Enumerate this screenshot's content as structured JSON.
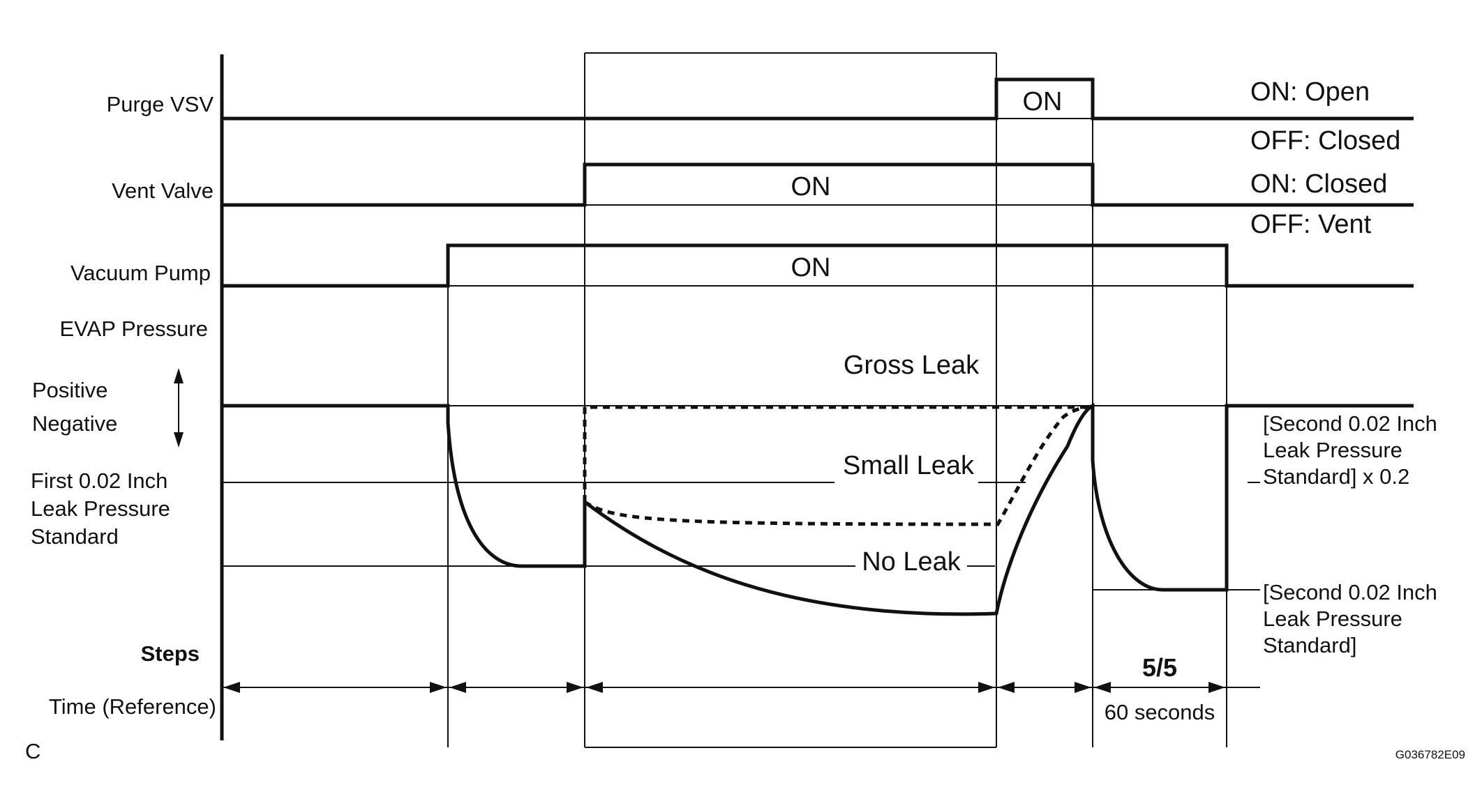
{
  "figure_letter": "C",
  "figure_code": "G036782E09",
  "signals": {
    "purge_vsv": {
      "label": "Purge VSV",
      "state_on": "ON",
      "legend_on": "ON: Open",
      "legend_off": "OFF: Closed"
    },
    "vent_valve": {
      "label": "Vent Valve",
      "state_on": "ON",
      "legend_on": "ON: Closed",
      "legend_off": "OFF: Vent"
    },
    "vacuum_pump": {
      "label": "Vacuum Pump",
      "state_on": "ON"
    }
  },
  "pressure": {
    "label": "EVAP Pressure",
    "positive": "Positive",
    "negative": "Negative",
    "first_standard": [
      "First 0.02 Inch",
      "Leak Pressure",
      "Standard"
    ],
    "gross_leak": "Gross Leak",
    "small_leak": "Small Leak",
    "no_leak": "No Leak",
    "second_standard_x02": [
      "[Second 0.02 Inch",
      "Leak Pressure",
      "Standard] x 0.2"
    ],
    "second_standard": [
      "[Second 0.02 Inch",
      "Leak Pressure",
      "Standard]"
    ]
  },
  "steps": {
    "label": "Steps",
    "time_label": "Time (Reference)",
    "step_number": "5/5",
    "duration": "60 seconds"
  }
}
